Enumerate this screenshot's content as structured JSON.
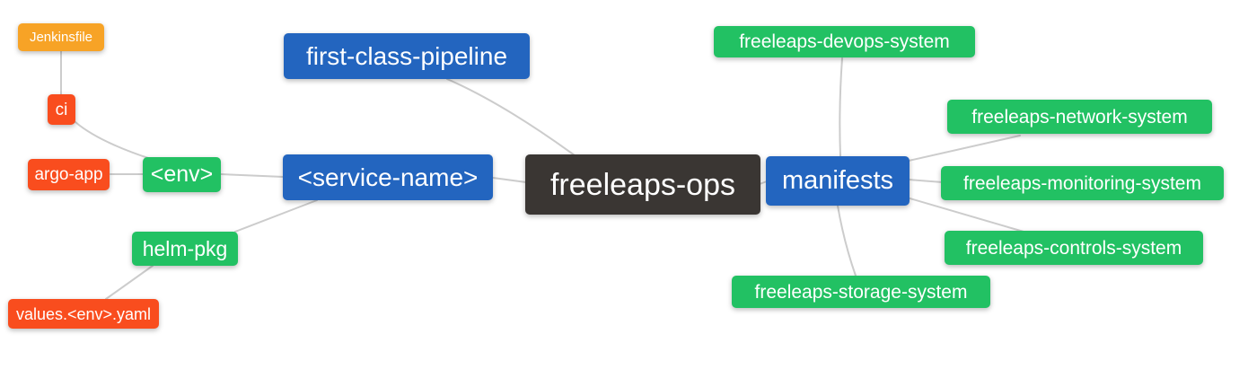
{
  "palette": {
    "node_blue": "#2365bf",
    "node_green": "#22c163",
    "node_amber": "#f7a326",
    "node_red": "#f94d1e",
    "node_dark": "#3a3633",
    "edge_gray": "#cccccc",
    "node_text": "#ffffff",
    "background": "#ffffff"
  },
  "nodes": {
    "jenkinsfile": {
      "label": "Jenkinsfile",
      "color": "#f7a326"
    },
    "ci": {
      "label": "ci",
      "color": "#f94d1e"
    },
    "argo_app": {
      "label": "argo-app",
      "color": "#f94d1e"
    },
    "env": {
      "label": "<env>",
      "color": "#22c163"
    },
    "service_name": {
      "label": "<service-name>",
      "color": "#2365bf"
    },
    "first_class_pipeline": {
      "label": "first-class-pipeline",
      "color": "#2365bf"
    },
    "freeleaps_ops": {
      "label": "freeleaps-ops",
      "color": "#3a3633"
    },
    "manifests": {
      "label": "manifests",
      "color": "#2365bf"
    },
    "helm_pkg": {
      "label": "helm-pkg",
      "color": "#22c163"
    },
    "values_env_yaml": {
      "label": "values.<env>.yaml",
      "color": "#f94d1e"
    },
    "devops_system": {
      "label": "freeleaps-devops-system",
      "color": "#22c163"
    },
    "network_system": {
      "label": "freeleaps-network-system",
      "color": "#22c163"
    },
    "monitoring_system": {
      "label": "freeleaps-monitoring-system",
      "color": "#22c163"
    },
    "controls_system": {
      "label": "freeleaps-controls-system",
      "color": "#22c163"
    },
    "storage_system": {
      "label": "freeleaps-storage-system",
      "color": "#22c163"
    }
  },
  "edges": [
    {
      "from": "ci",
      "to": "jenkinsfile"
    },
    {
      "from": "env",
      "to": "ci"
    },
    {
      "from": "env",
      "to": "argo_app"
    },
    {
      "from": "service_name",
      "to": "env"
    },
    {
      "from": "freeleaps_ops",
      "to": "first_class_pipeline"
    },
    {
      "from": "freeleaps_ops",
      "to": "service_name"
    },
    {
      "from": "service_name",
      "to": "helm_pkg"
    },
    {
      "from": "helm_pkg",
      "to": "values_env_yaml"
    },
    {
      "from": "freeleaps_ops",
      "to": "manifests"
    },
    {
      "from": "manifests",
      "to": "devops_system"
    },
    {
      "from": "manifests",
      "to": "network_system"
    },
    {
      "from": "manifests",
      "to": "monitoring_system"
    },
    {
      "from": "manifests",
      "to": "controls_system"
    },
    {
      "from": "manifests",
      "to": "storage_system"
    }
  ]
}
